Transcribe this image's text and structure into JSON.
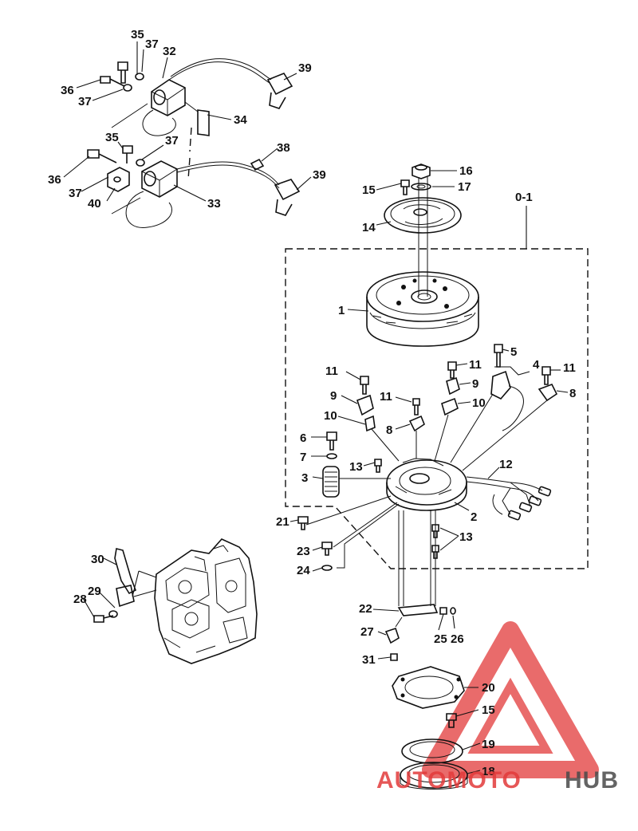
{
  "labels": {
    "l1": "1",
    "l2": "2",
    "l3": "3",
    "l4": "4",
    "l5": "5",
    "l6": "6",
    "l7": "7",
    "l8a": "8",
    "l8b": "8",
    "l9a": "9",
    "l9b": "9",
    "l10a": "10",
    "l10b": "10",
    "l11a": "11",
    "l11b": "11",
    "l11c": "11",
    "l11d": "11",
    "l12": "12",
    "l13a": "13",
    "l13b": "13",
    "l14": "14",
    "l15a": "15",
    "l15b": "15",
    "l16": "16",
    "l17": "17",
    "l18": "18",
    "l19": "19",
    "l20": "20",
    "l21": "21",
    "l22": "22",
    "l23": "23",
    "l24": "24",
    "l25": "25",
    "l26": "26",
    "l27": "27",
    "l28": "28",
    "l29": "29",
    "l30": "30",
    "l31": "31",
    "l32": "32",
    "l33": "33",
    "l34": "34",
    "l35a": "35",
    "l35b": "35",
    "l36a": "36",
    "l36b": "36",
    "l37a": "37",
    "l37b": "37",
    "l37c": "37",
    "l37d": "37",
    "l38": "38",
    "l39a": "39",
    "l39b": "39",
    "l40": "40",
    "l01": "0-1"
  },
  "watermark": {
    "text_left": "AUTOMOTO",
    "text_right": "HUB",
    "color_red": "#e23a3a",
    "color_gray": "#4a4a4a"
  }
}
